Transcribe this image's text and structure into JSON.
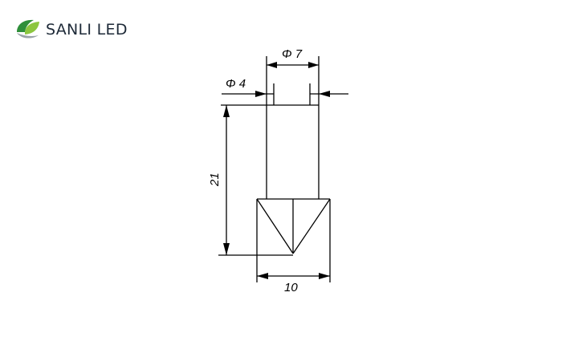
{
  "brand": {
    "name": "SANLI LED",
    "text_color": "#1e2a38",
    "mark_colors": {
      "dark_green": "#2f8f3a",
      "light_green": "#8cc63f",
      "grey": "#9aa3a8"
    }
  },
  "drawing": {
    "line_color": "#000000",
    "labels": {
      "outer_diameter": "Φ 7",
      "inner_diameter": "Φ 4",
      "height": "21",
      "width": "10"
    }
  }
}
